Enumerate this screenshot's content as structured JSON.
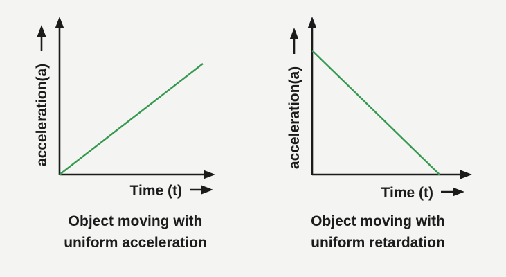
{
  "page": {
    "background": "#f4f4f2"
  },
  "colors": {
    "axis": "#1b1b1b",
    "text": "#1b1b1b",
    "accent_green": "#35994f"
  },
  "icons": {
    "up_arrow": "↑",
    "right_arrow": "→"
  },
  "chart_data": [
    {
      "type": "line",
      "title": "Object moving with uniform acceleration",
      "xlabel": "Time (t)",
      "ylabel": "acceleration(a)",
      "x_range": [
        0,
        1
      ],
      "y_range": [
        0,
        1
      ],
      "grid": false,
      "legend": "none",
      "series": [
        {
          "name": "uniform acceleration",
          "color": "#35994f",
          "x": [
            0,
            1
          ],
          "y": [
            0,
            1
          ]
        }
      ],
      "annotation": "straight line rising from the origin"
    },
    {
      "type": "line",
      "title": "Object moving with uniform retardation",
      "xlabel": "Time (t)",
      "ylabel": "acceleration(a)",
      "x_range": [
        0,
        1
      ],
      "y_range": [
        0,
        1
      ],
      "grid": false,
      "legend": "none",
      "series": [
        {
          "name": "uniform retardation",
          "color": "#35994f",
          "x": [
            0,
            1
          ],
          "y": [
            1,
            0
          ]
        }
      ],
      "annotation": "straight line falling from the acceleration axis to the time axis"
    }
  ],
  "panels": [
    {
      "ylabel": "acceleration(a)",
      "xlabel": "Time (t)",
      "caption_line1": "Object moving with",
      "caption_line2": "uniform acceleration"
    },
    {
      "ylabel": "acceleration(a)",
      "xlabel": "Time (t)",
      "caption_line1": "Object moving with",
      "caption_line2": "uniform retardation"
    }
  ]
}
